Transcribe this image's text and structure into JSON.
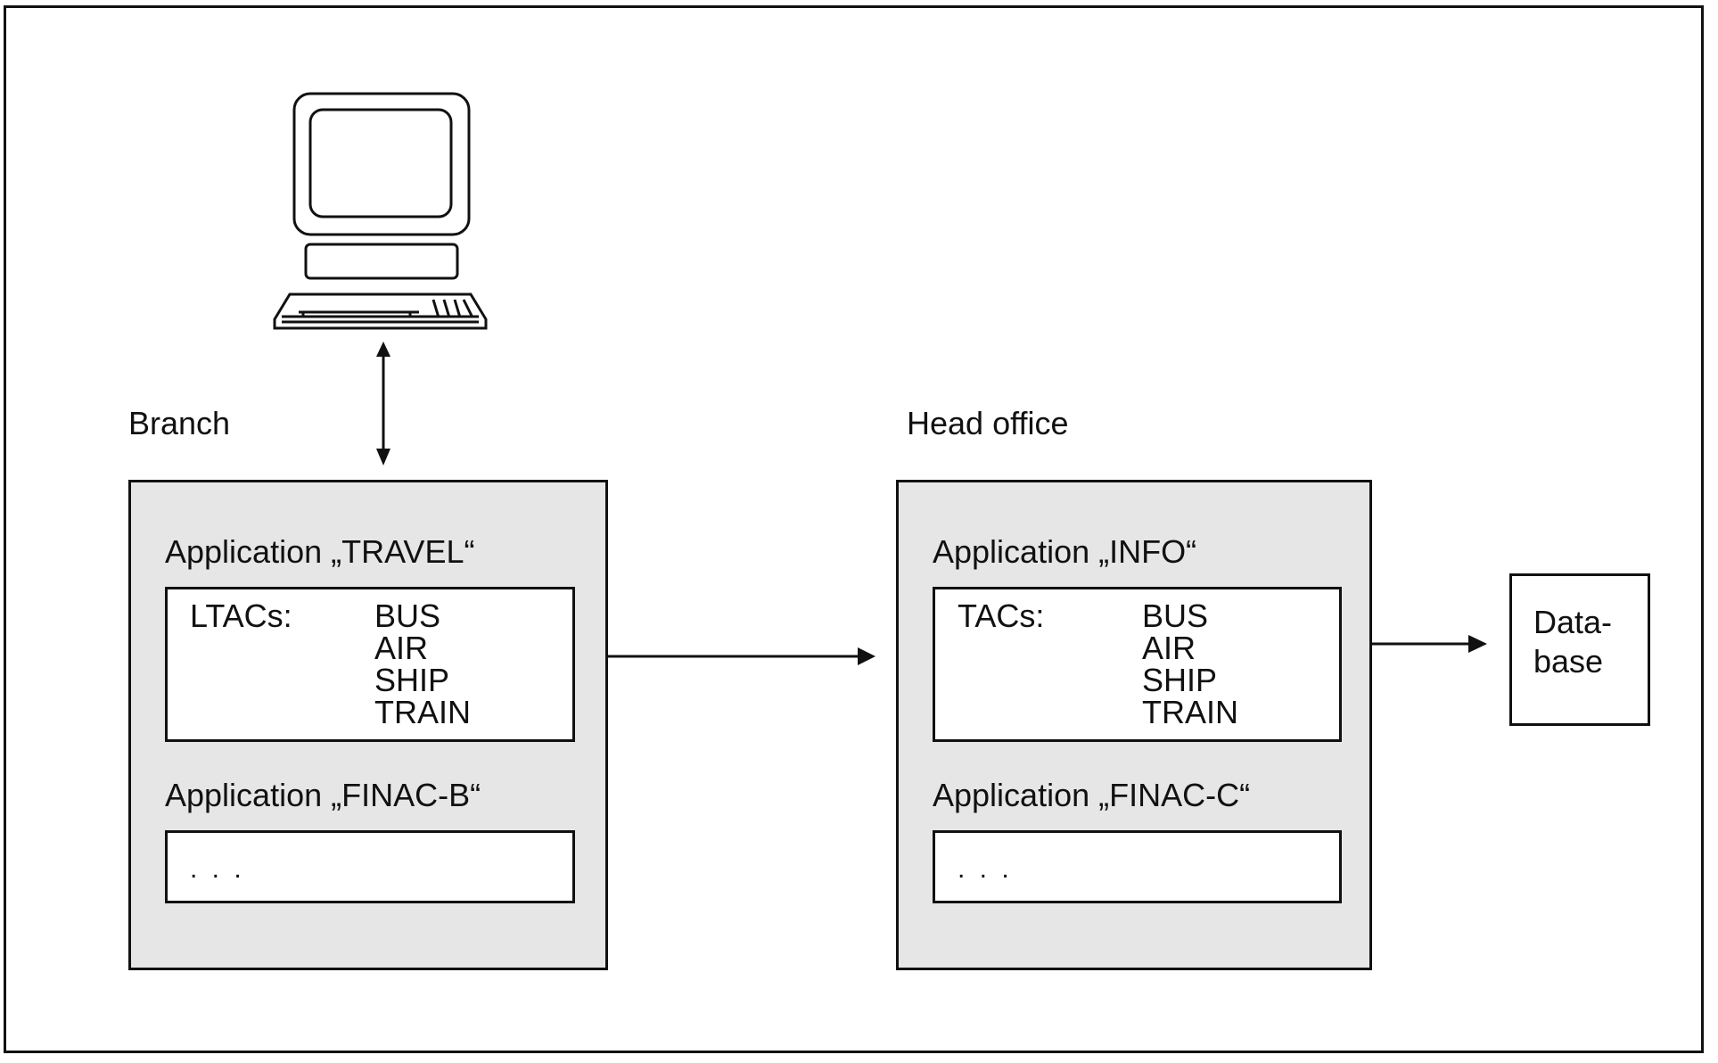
{
  "branch": {
    "title": "Branch",
    "app_travel": {
      "label": "Application „TRAVEL“",
      "tac_header": "LTACs:",
      "tacs": [
        "BUS",
        "AIR",
        "SHIP",
        "TRAIN"
      ]
    },
    "app_finac": {
      "label": "Application „FINAC-B“",
      "content": ". . ."
    }
  },
  "head_office": {
    "title": "Head office",
    "app_info": {
      "label": "Application „INFO“",
      "tac_header": "TACs:",
      "tacs": [
        "BUS",
        "AIR",
        "SHIP",
        "TRAIN"
      ]
    },
    "app_finac": {
      "label": "Application „FINAC-C“",
      "content": ". . ."
    }
  },
  "database": {
    "line1": "Data-",
    "line2": "base"
  }
}
